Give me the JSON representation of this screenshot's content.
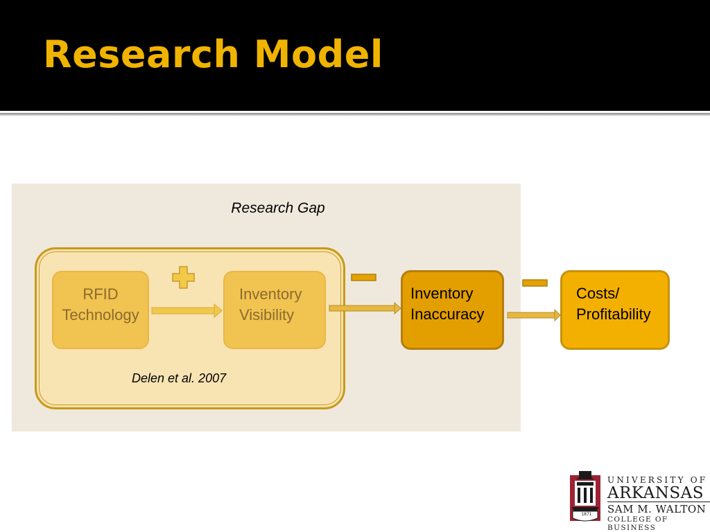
{
  "slide": {
    "title": "Research Model"
  },
  "diagram": {
    "gap_label": "Research Gap",
    "citation": "Delen et al. 2007",
    "nodes": {
      "rfid": {
        "line1": "RFID",
        "line2": "Technology"
      },
      "visibility": {
        "line1": "Inventory",
        "line2": "Visibility"
      },
      "inaccuracy": {
        "line1": "Inventory",
        "line2": "Inaccuracy"
      },
      "costs": {
        "line1": "Costs/",
        "line2": "Profitability"
      }
    },
    "signs": {
      "rfid_to_visibility": "plus",
      "visibility_to_inaccuracy": "minus",
      "inaccuracy_to_costs": "minus"
    },
    "colors": {
      "title": "#f0b400",
      "panel": "#efe9dd",
      "group_fill": "#f8e3b3",
      "group_border": "#c89a1a",
      "node_light": "#f1c350",
      "node_dark": "#e39e00",
      "node_costs": "#f3b000"
    }
  },
  "logo": {
    "line1": "UNIVERSITY OF",
    "line2": "ARKANSAS",
    "line3": "SAM M. WALTON",
    "line4": "COLLEGE OF BUSINESS",
    "seal_year": "1871",
    "seal_color": "#9d2235"
  }
}
